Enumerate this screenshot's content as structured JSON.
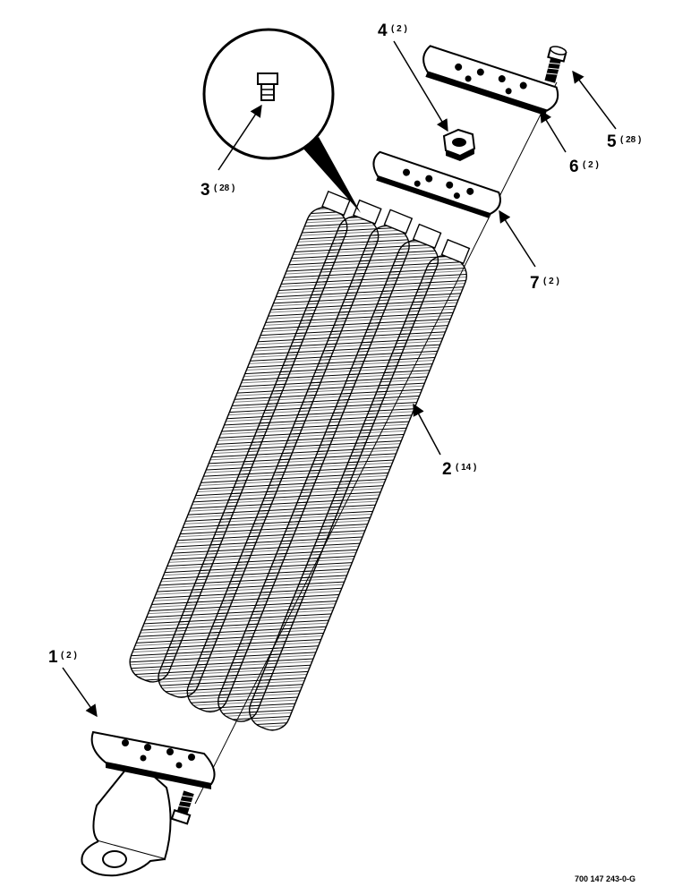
{
  "callouts": [
    {
      "id": "1",
      "num": "1",
      "qty": "( 2 )"
    },
    {
      "id": "2",
      "num": "2",
      "qty": "( 14 )"
    },
    {
      "id": "3",
      "num": "3",
      "qty": "( 28 )"
    },
    {
      "id": "4",
      "num": "4",
      "qty": "( 2 )"
    },
    {
      "id": "5",
      "num": "5",
      "qty": "( 28 )"
    },
    {
      "id": "6",
      "num": "6",
      "qty": "( 2 )"
    },
    {
      "id": "7",
      "num": "7",
      "qty": "( 2 )"
    }
  ],
  "drawing_number": "700 147 243-0-G",
  "colors": {
    "ink": "#000000",
    "paper": "#ffffff"
  }
}
